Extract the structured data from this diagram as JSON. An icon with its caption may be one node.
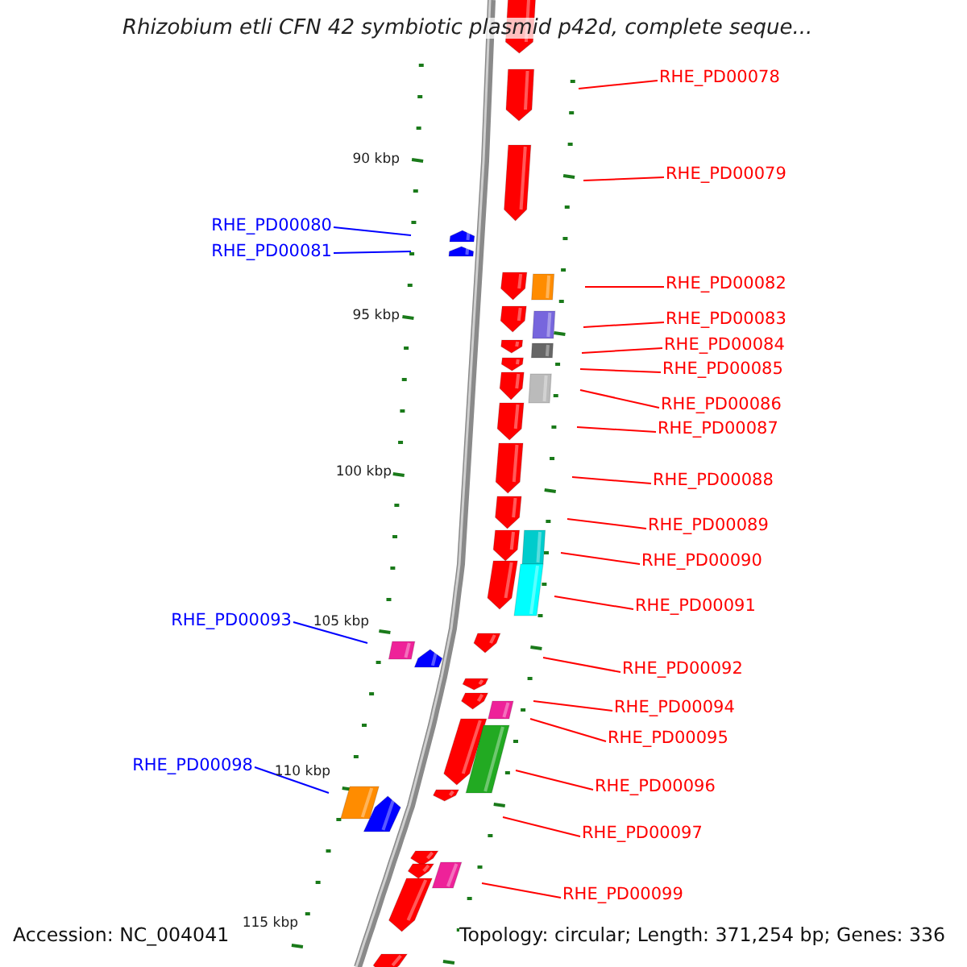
{
  "diagram": {
    "title": "Rhizobium etli CFN 42 symbiotic plasmid p42d, complete seque...",
    "nodes": [
      {
        "text": [
          "RHE_PD00078"
        ]
      },
      {
        "text": [
          "RHE_PD00079"
        ]
      },
      {
        "text": [
          "RHE_PD00080"
        ]
      },
      {
        "text": [
          "RHE_PD00081"
        ]
      },
      {
        "text": [
          "RHE_PD00082"
        ]
      },
      {
        "text": [
          "RHE_PD00083"
        ]
      },
      {
        "text": [
          "RHE_PD00084"
        ]
      },
      {
        "text": [
          "RHE_PD00085"
        ]
      },
      {
        "text": [
          "RHE_PD00086"
        ]
      },
      {
        "text": [
          "RHE_PD00087"
        ]
      },
      {
        "text": [
          "RHE_PD00088"
        ]
      },
      {
        "text": [
          "RHE_PD00089"
        ]
      },
      {
        "text": [
          "RHE_PD00090"
        ]
      },
      {
        "text": [
          "RHE_PD00091"
        ]
      },
      {
        "text": [
          "RHE_PD00093"
        ]
      },
      {
        "text": [
          "RHE_PD00092"
        ]
      },
      {
        "text": [
          "RHE_PD00094"
        ]
      },
      {
        "text": [
          "RHE_PD00095"
        ]
      },
      {
        "text": [
          "RHE_PD00098"
        ]
      },
      {
        "text": [
          "RHE_PD00096"
        ]
      },
      {
        "text": [
          "RHE_PD00097"
        ]
      },
      {
        "text": [
          "RHE_PD00099"
        ]
      }
    ],
    "edges": [
      {
        "from": 0,
        "to": null,
        "arrow": "none"
      },
      {
        "from": 1,
        "to": null,
        "arrow": "none"
      },
      {
        "from": 2,
        "to": null,
        "arrow": "none",
        "color": "#0000ff"
      },
      {
        "from": 3,
        "to": null,
        "arrow": "none",
        "color": "#0000ff"
      },
      {
        "from": 4,
        "to": null,
        "arrow": "none"
      },
      {
        "from": 5,
        "to": null,
        "arrow": "none"
      },
      {
        "from": 6,
        "to": null,
        "arrow": "none"
      },
      {
        "from": 7,
        "to": null,
        "arrow": "none"
      },
      {
        "from": 8,
        "to": null,
        "arrow": "none"
      },
      {
        "from": 9,
        "to": null,
        "arrow": "none"
      },
      {
        "from": 10,
        "to": null,
        "arrow": "none"
      },
      {
        "from": 11,
        "to": null,
        "arrow": "none"
      },
      {
        "from": 12,
        "to": null,
        "arrow": "none"
      },
      {
        "from": 13,
        "to": null,
        "arrow": "none"
      },
      {
        "from": 14,
        "to": null,
        "arrow": "none",
        "color": "#0000ff"
      },
      {
        "from": 15,
        "to": null,
        "arrow": "none"
      },
      {
        "from": 16,
        "to": null,
        "arrow": "none"
      },
      {
        "from": 17,
        "to": null,
        "arrow": "none"
      },
      {
        "from": 18,
        "to": null,
        "arrow": "none",
        "color": "#0000ff"
      },
      {
        "from": 19,
        "to": null,
        "arrow": "none"
      },
      {
        "from": 20,
        "to": null,
        "arrow": "none"
      },
      {
        "from": 21,
        "to": null,
        "arrow": "none"
      }
    ],
    "labels": [
      "90 kbp",
      "95 kbp",
      "100 kbp",
      "105 kbp",
      "110 kbp",
      "115 kbp",
      "Accession: NC_004041",
      "Topology: circular; Length: 371,254 bp; Genes: 336"
    ]
  }
}
